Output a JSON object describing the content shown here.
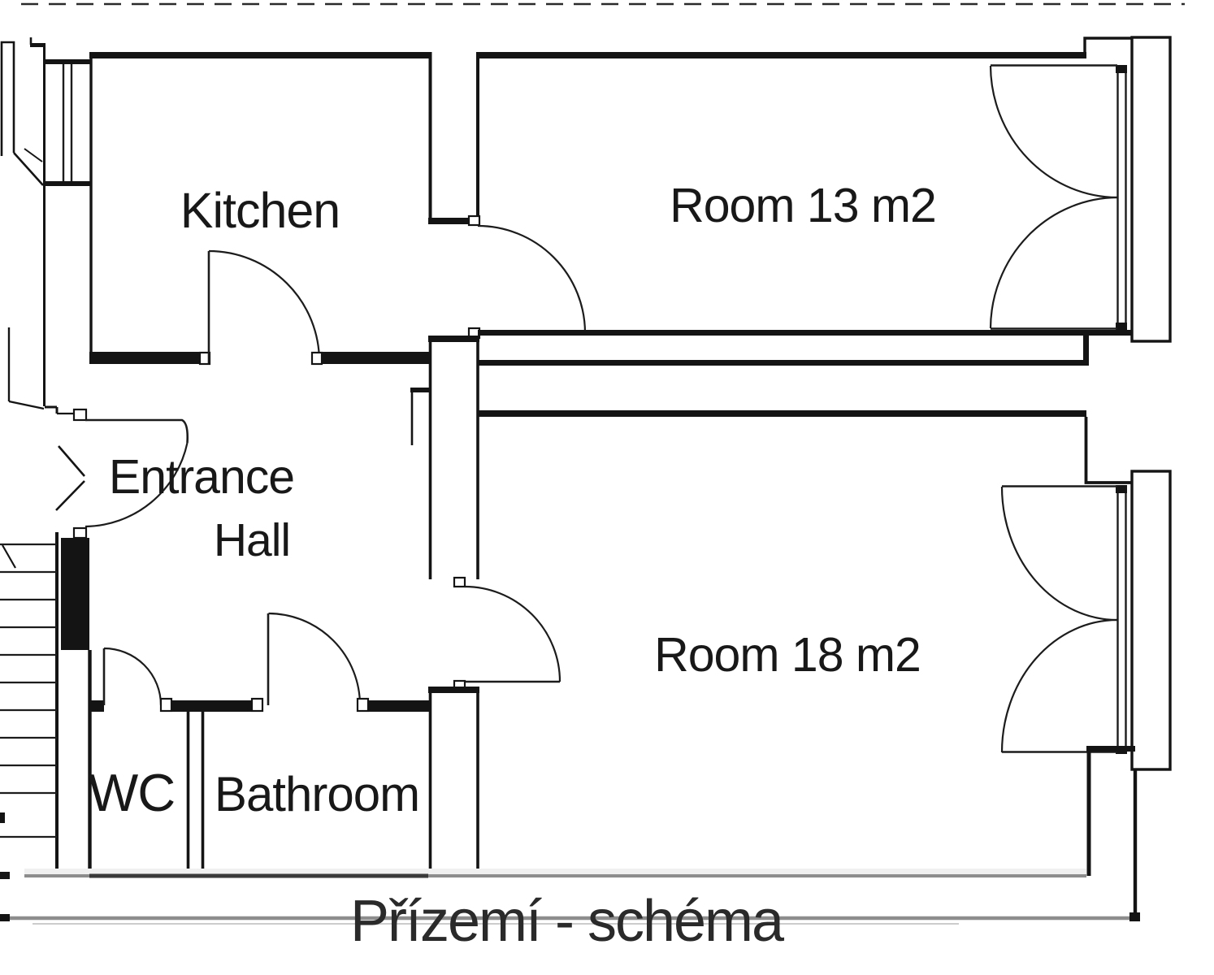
{
  "title": {
    "text": "Přízemí - schéma"
  },
  "rooms": {
    "kitchen": {
      "label": "Kitchen"
    },
    "room_13": {
      "label": "Room 13 m2"
    },
    "room_18": {
      "label": "Room 18 m2"
    },
    "entrance_hall": {
      "label_line_1": "Entrance",
      "label_line_2": "Hall"
    },
    "wc": {
      "label": "WC"
    },
    "bathroom": {
      "label": "Bathroom"
    }
  },
  "colors": {
    "wall": "#141414",
    "background": "#ffffff",
    "section-line": "#8d8d8d",
    "section-line-light": "#cccccc",
    "floor-band": "#f0f0f0",
    "title-text": "#2a2a2a"
  }
}
